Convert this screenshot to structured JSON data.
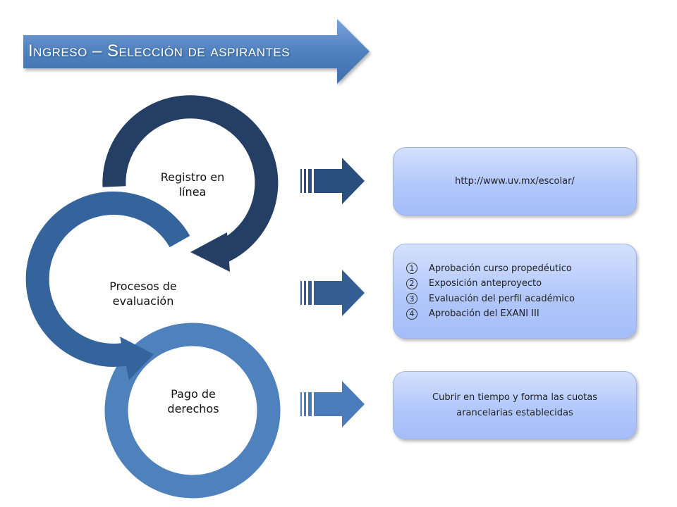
{
  "title": "Ingreso – Selección de aspirantes",
  "cycle": {
    "stages": [
      {
        "label": "Registro en\nlínea",
        "color": "#243f63"
      },
      {
        "label": "Procesos de\nevaluación",
        "color": "#35649d"
      },
      {
        "label": "Pago de\nderechos",
        "color": "#4f81bd"
      }
    ]
  },
  "boxes": {
    "url": "http://www.uv.mx/escolar/",
    "steps": [
      {
        "num": "1",
        "text": "Aprobación curso propedéutico"
      },
      {
        "num": "2",
        "text": "Exposición anteproyecto"
      },
      {
        "num": "3",
        "text": "Evaluación del perfil académico"
      },
      {
        "num": "4",
        "text": "Aprobación del EXANI III"
      }
    ],
    "payment": "Cubrir en tiempo y forma las cuotas arancelarias establecidas"
  },
  "colors": {
    "title_arrow": "#4f81bd",
    "arrow_top": "#2a4f7f",
    "arrow_mid": "#335d93",
    "arrow_bottom": "#4a7bbd"
  }
}
